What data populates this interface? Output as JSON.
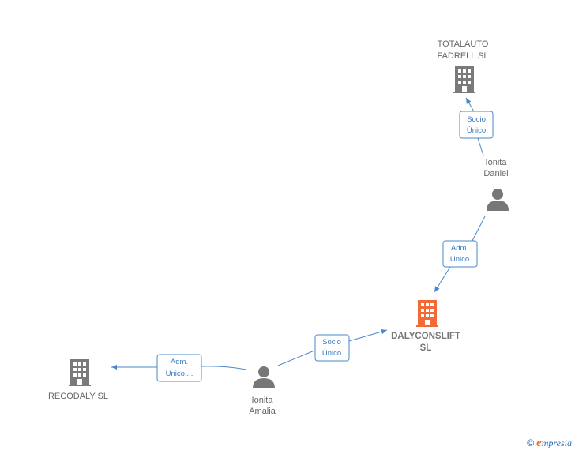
{
  "colors": {
    "company": "#7a7a7a",
    "main_company": "#f26a35",
    "person": "#777777",
    "edge": "#4a88cc",
    "edge_text": "#3a78bf"
  },
  "nodes": {
    "totalauto": {
      "line1": "TOTALAUTO",
      "line2": "FADRELL  SL",
      "icon": "building-icon"
    },
    "ionita_daniel": {
      "line1": "Ionita",
      "line2": "Daniel",
      "icon": "person-icon"
    },
    "dalyconslift": {
      "line1": "DALYCONSLIFT",
      "line2": "SL",
      "icon": "building-icon"
    },
    "ionita_amalia": {
      "line1": "Ionita",
      "line2": "Amalia",
      "icon": "person-icon"
    },
    "recodaly": {
      "line1": "RECODALY  SL",
      "icon": "building-icon"
    }
  },
  "edges": {
    "daniel_totalauto": {
      "line1": "Socio",
      "line2": "Único"
    },
    "daniel_dalyconslift": {
      "line1": "Adm.",
      "line2": "Unico"
    },
    "amalia_dalyconslift": {
      "line1": "Socio",
      "line2": "Único"
    },
    "amalia_recodaly": {
      "line1": "Adm.",
      "line2": "Unico,..."
    }
  },
  "footer": {
    "copyright": "©",
    "brand_initial": "e",
    "brand_rest": "mpresia"
  }
}
